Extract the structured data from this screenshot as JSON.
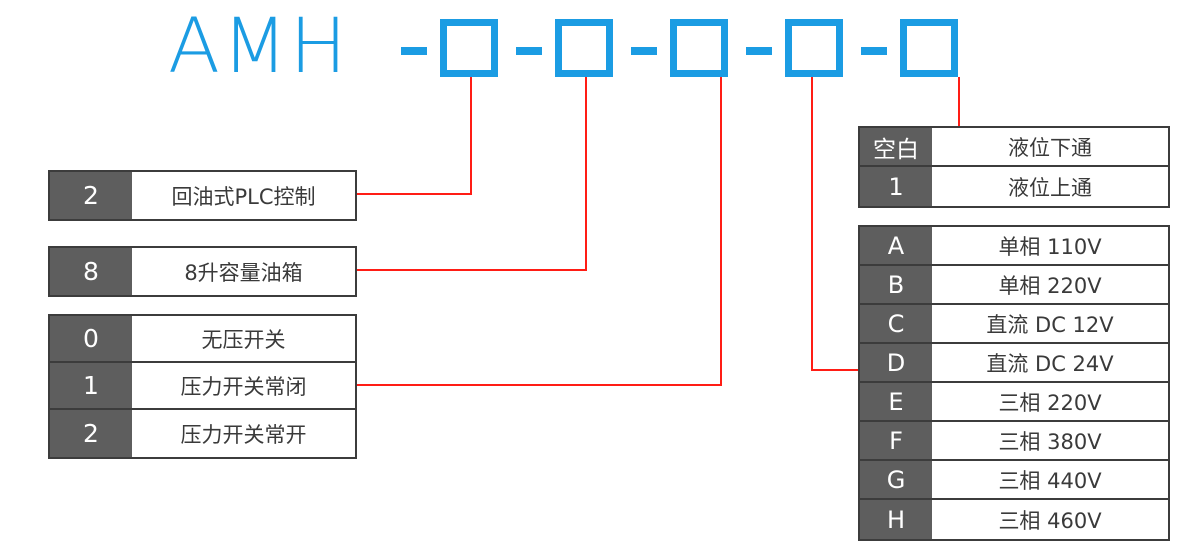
{
  "header": {
    "model_prefix": "AMH",
    "separator": "-",
    "box_count": 5,
    "accent_color": "#1b9ce3",
    "leader_color": "#ff1d15"
  },
  "left_tables": [
    {
      "name": "control-type",
      "rows": [
        {
          "code": "2",
          "desc": "回油式PLC控制"
        }
      ]
    },
    {
      "name": "tank-capacity",
      "rows": [
        {
          "code": "8",
          "desc": "8升容量油箱"
        }
      ]
    },
    {
      "name": "pressure-switch",
      "rows": [
        {
          "code": "0",
          "desc": "无压开关"
        },
        {
          "code": "1",
          "desc": "压力开关常闭"
        },
        {
          "code": "2",
          "desc": "压力开关常开"
        }
      ]
    }
  ],
  "right_tables": [
    {
      "name": "level-port",
      "rows": [
        {
          "code": "空白",
          "desc": "液位下通"
        },
        {
          "code": "1",
          "desc": "液位上通"
        }
      ]
    },
    {
      "name": "voltage",
      "rows": [
        {
          "code": "A",
          "desc": "单相 110V"
        },
        {
          "code": "B",
          "desc": "单相 220V"
        },
        {
          "code": "C",
          "desc": "直流 DC 12V"
        },
        {
          "code": "D",
          "desc": "直流 DC 24V"
        },
        {
          "code": "E",
          "desc": "三相 220V"
        },
        {
          "code": "F",
          "desc": "三相 380V"
        },
        {
          "code": "G",
          "desc": "三相 440V"
        },
        {
          "code": "H",
          "desc": "三相 460V"
        }
      ]
    }
  ]
}
